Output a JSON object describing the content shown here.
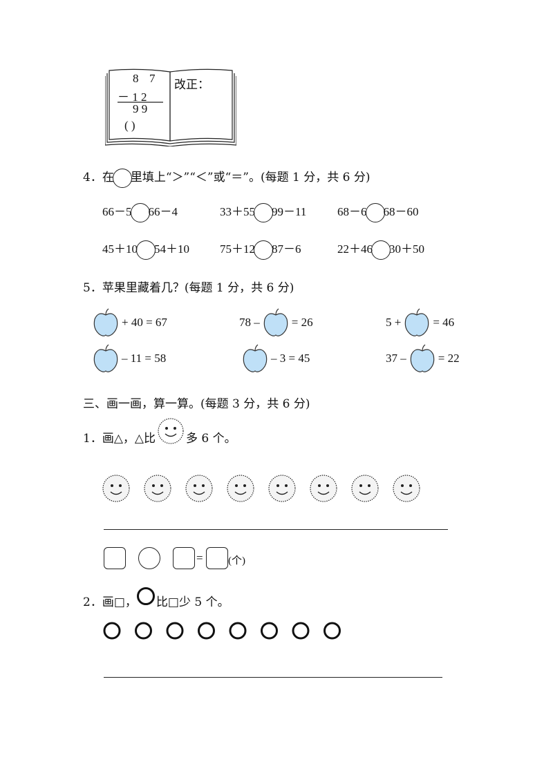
{
  "book": {
    "top_digits": [
      "8",
      "7"
    ],
    "minus_line": "－ 1  2",
    "result": "9  9",
    "paren": "(      )",
    "correction_label": "改正："
  },
  "q4": {
    "title_pre": "4．在",
    "title_post": "里填上“＞”“＜”或“＝”。(每题 1 分，共 6 分)",
    "items": [
      {
        "left": "66－5",
        "right": "66－4"
      },
      {
        "left": "33＋55",
        "right": "99－11"
      },
      {
        "left": "68－6",
        "right": "68－60"
      },
      {
        "left": "45＋10",
        "right": "54＋10"
      },
      {
        "left": "75＋12",
        "right": "87－6"
      },
      {
        "left": "22＋46",
        "right": "30＋50"
      }
    ]
  },
  "q5": {
    "title": "5．苹果里藏着几？(每题 1 分，共 6 分)",
    "items": [
      {
        "before": "",
        "after": "+ 40 = 67"
      },
      {
        "before": "78 –",
        "after": "= 26"
      },
      {
        "before": "5 +",
        "after": "= 46"
      },
      {
        "before": "",
        "after": "– 11 = 58"
      },
      {
        "before": "",
        "after": "– 3 = 45"
      },
      {
        "before": "37 –",
        "after": "= 22"
      }
    ]
  },
  "section3": {
    "title": "三、画一画，算一算。(每题 3 分，共 6 分)"
  },
  "p1": {
    "pre": "1．画△，△比",
    "post": "多 6 个。",
    "eq_unit": "(个)",
    "eq_equals": "="
  },
  "p2": {
    "pre": "2．画□，",
    "post": "比□少 5 个。"
  },
  "colors": {
    "apple_fill": "#bfe0f7",
    "apple_stroke": "#333333",
    "ink": "#111111"
  }
}
